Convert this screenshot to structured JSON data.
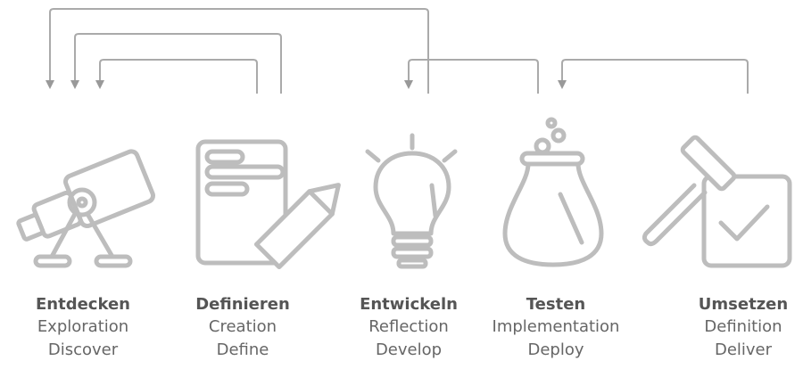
{
  "colors": {
    "stroke": "#bdbdbd",
    "arrow": "#999999",
    "title_text": "#555555",
    "sub_text": "#666666"
  },
  "stages": [
    {
      "title": "Entdecken",
      "line1": "Exploration",
      "line2": "Discover",
      "icon": "telescope-icon"
    },
    {
      "title": "Definieren",
      "line1": "Creation",
      "line2": "Define",
      "icon": "document-pencil-icon"
    },
    {
      "title": "Entwickeln",
      "line1": "Reflection",
      "line2": "Develop",
      "icon": "lightbulb-icon"
    },
    {
      "title": "Testen",
      "line1": "Implementation",
      "line2": "Deploy",
      "icon": "flask-icon"
    },
    {
      "title": "Umsetzen",
      "line1": "Definition",
      "line2": "Deliver",
      "icon": "hammer-checkbox-icon"
    }
  ]
}
